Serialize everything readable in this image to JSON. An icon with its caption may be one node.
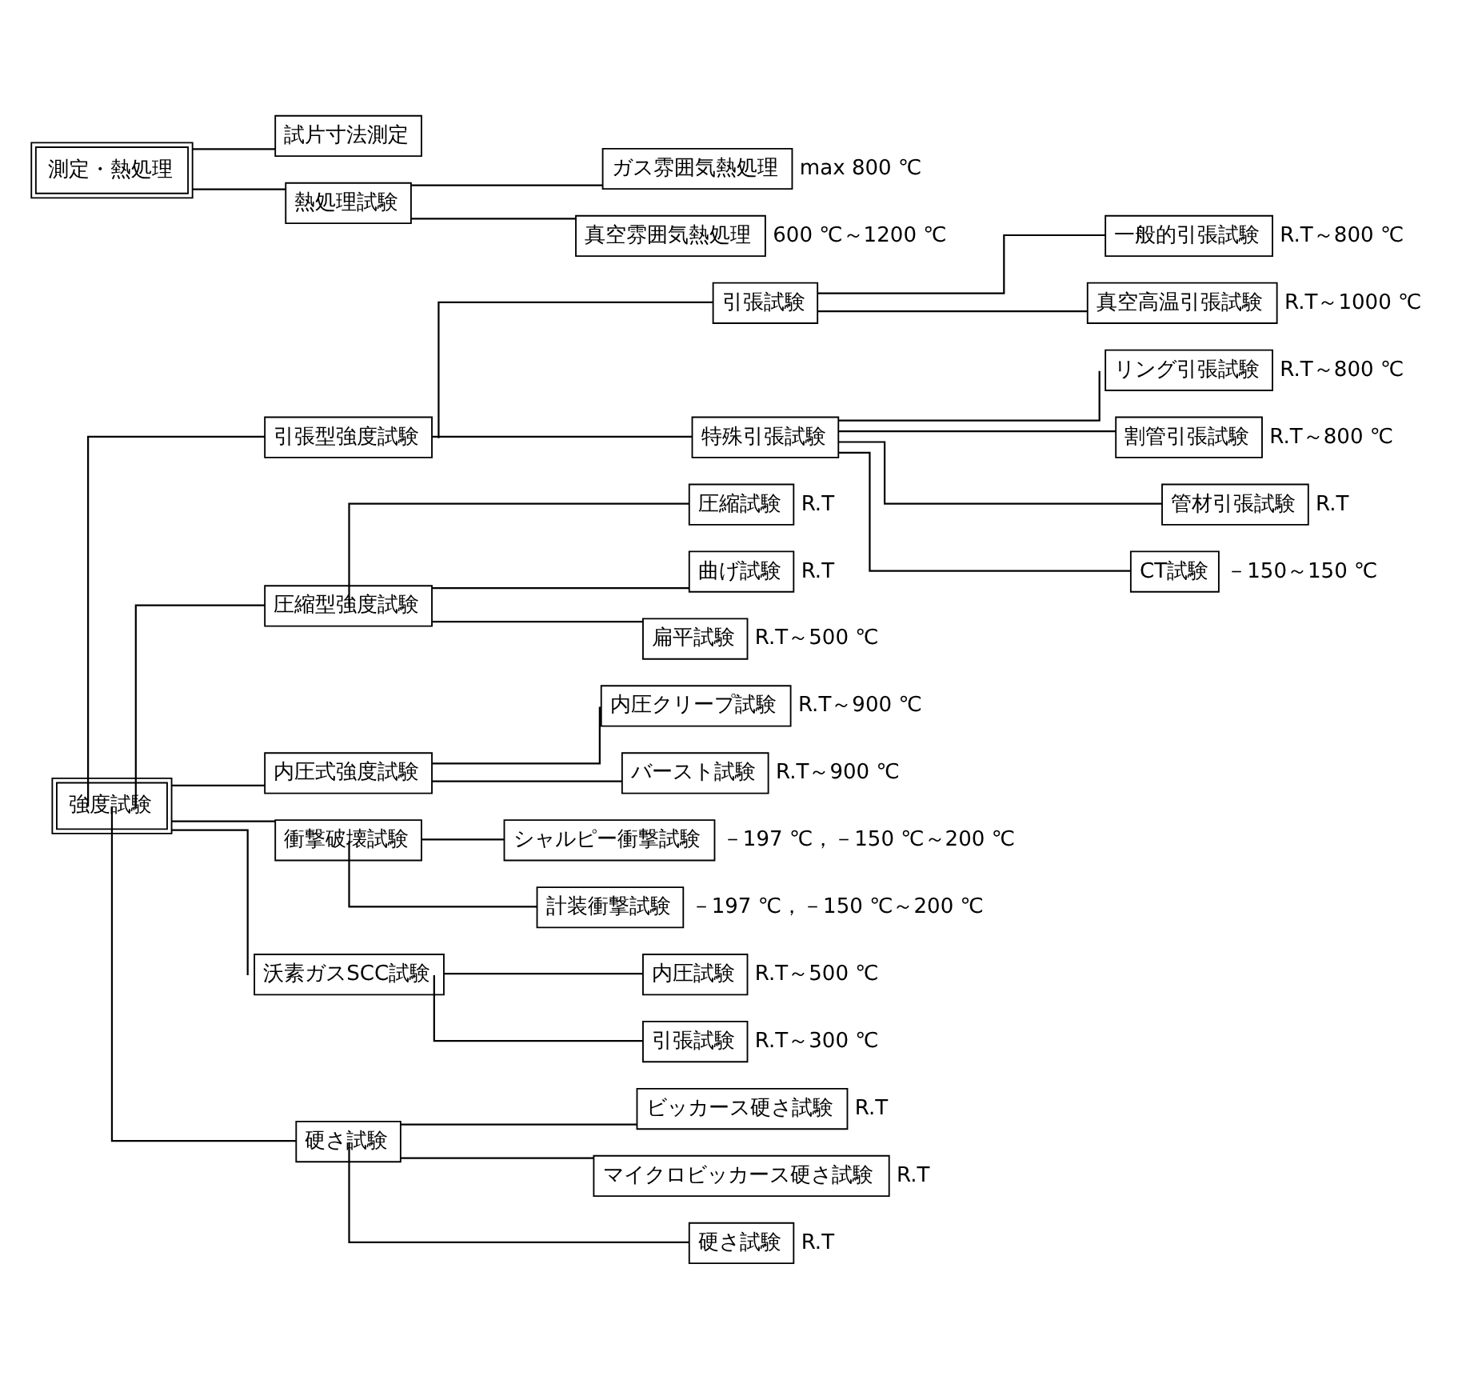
{
  "diagram": {
    "nodes": [
      {
        "text": [
          "強度試験"
        ]
      },
      {
        "text": [
          "引張型強度試験"
        ]
      },
      {
        "text": [
          "引張試験"
        ]
      },
      {
        "text": [
          "一般的引張試験"
        ],
        "beside": [
          "R.T～800 ℃"
        ]
      },
      {
        "text": [
          "真空高温引張試験"
        ],
        "beside": [
          "R.T～1000 ℃"
        ]
      },
      {
        "text": [
          "特殊引張試験"
        ]
      },
      {
        "text": [
          "リング引張試験"
        ],
        "beside": [
          "R.T～800 ℃"
        ]
      },
      {
        "text": [
          "割管引張試験"
        ],
        "beside": [
          "R.T～800 ℃"
        ]
      },
      {
        "text": [
          "管材引張試験"
        ],
        "beside": [
          "R.T"
        ]
      },
      {
        "text": [
          "CT試験"
        ],
        "beside": [
          "－150～150 ℃"
        ]
      },
      {
        "text": [
          "圧縮型強度試験"
        ]
      },
      {
        "text": [
          "圧縮試験"
        ],
        "beside": [
          "R.T"
        ]
      },
      {
        "text": [
          "曲げ試験"
        ],
        "beside": [
          "R.T"
        ]
      },
      {
        "text": [
          "扁平試験"
        ],
        "beside": [
          "R.T～500 ℃"
        ]
      },
      {
        "text": [
          "内圧式強度試験"
        ]
      },
      {
        "text": [
          "内圧クリープ試験"
        ],
        "beside": [
          "R.T～900 ℃"
        ]
      },
      {
        "text": [
          "バースト試験"
        ],
        "beside": [
          "R.T～900 ℃"
        ]
      },
      {
        "text": [
          "衝撃破壊試験"
        ]
      },
      {
        "text": [
          "シャルピー衝撃試験"
        ],
        "beside": [
          "－197 ℃，－150 ℃～200 ℃"
        ]
      },
      {
        "text": [
          "計装衝撃試験"
        ],
        "beside": [
          "－197 ℃，－150 ℃～200 ℃"
        ]
      },
      {
        "text": [
          "沃素ガスSCC試験"
        ]
      },
      {
        "text": [
          "内圧試験"
        ],
        "beside": [
          "R.T～500 ℃"
        ]
      },
      {
        "text": [
          "引張試験"
        ],
        "beside": [
          "R.T～300 ℃"
        ]
      },
      {
        "text": [
          "硬さ試験"
        ]
      },
      {
        "text": [
          "ビッカース硬さ試験"
        ],
        "beside": [
          "R.T"
        ]
      },
      {
        "text": [
          "マイクロビッカース硬さ試験"
        ],
        "beside": [
          "R.T"
        ]
      },
      {
        "text": [
          "硬さ試験"
        ],
        "beside": [
          "R.T"
        ]
      },
      {
        "text": [
          "測定・熱処理"
        ]
      },
      {
        "text": [
          "試片寸法測定"
        ]
      },
      {
        "text": [
          "熱処理試験"
        ]
      },
      {
        "text": [
          "ガス雰囲気熱処理"
        ],
        "beside": [
          "max 800 ℃"
        ]
      },
      {
        "text": [
          "真空雰囲気熱処理"
        ],
        "beside": [
          "600 ℃～1200 ℃"
        ]
      }
    ],
    "edges": [
      {
        "from": 0,
        "to": 1,
        "arrow": "none"
      },
      {
        "from": 1,
        "to": 2,
        "arrow": "none"
      },
      {
        "from": 2,
        "to": 3,
        "arrow": "none"
      },
      {
        "from": 2,
        "to": 4,
        "arrow": "none"
      },
      {
        "from": 1,
        "to": 5,
        "arrow": "none"
      },
      {
        "from": 5,
        "to": 6,
        "arrow": "none"
      },
      {
        "from": 5,
        "to": 7,
        "arrow": "none"
      },
      {
        "from": 5,
        "to": 8,
        "arrow": "none"
      },
      {
        "from": 5,
        "to": 9,
        "arrow": "none"
      },
      {
        "from": 0,
        "to": 10,
        "arrow": "none"
      },
      {
        "from": 10,
        "to": 11,
        "arrow": "none"
      },
      {
        "from": 10,
        "to": 12,
        "arrow": "none"
      },
      {
        "from": 10,
        "to": 13,
        "arrow": "none"
      },
      {
        "from": 0,
        "to": 14,
        "arrow": "none"
      },
      {
        "from": 14,
        "to": 15,
        "arrow": "none"
      },
      {
        "from": 14,
        "to": 16,
        "arrow": "none"
      },
      {
        "from": 0,
        "to": 17,
        "arrow": "none"
      },
      {
        "from": 17,
        "to": 18,
        "arrow": "none"
      },
      {
        "from": 17,
        "to": 19,
        "arrow": "none"
      },
      {
        "from": 0,
        "to": 20,
        "arrow": "none"
      },
      {
        "from": 20,
        "to": 21,
        "arrow": "none"
      },
      {
        "from": 20,
        "to": 22,
        "arrow": "none"
      },
      {
        "from": 0,
        "to": 23,
        "arrow": "none"
      },
      {
        "from": 23,
        "to": 24,
        "arrow": "none"
      },
      {
        "from": 23,
        "to": 25,
        "arrow": "none"
      },
      {
        "from": 23,
        "to": 26,
        "arrow": "none"
      },
      {
        "from": 27,
        "to": 28,
        "arrow": "none"
      },
      {
        "from": 27,
        "to": 29,
        "arrow": "none"
      },
      {
        "from": 29,
        "to": 30,
        "arrow": "none"
      },
      {
        "from": 29,
        "to": 31,
        "arrow": "none"
      }
    ]
  }
}
